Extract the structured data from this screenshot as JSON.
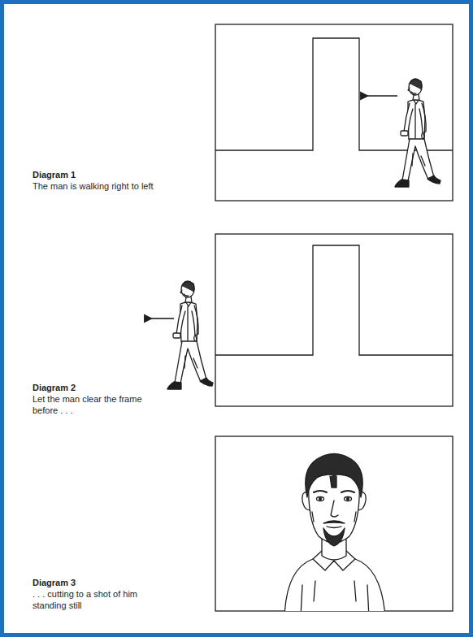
{
  "diagram": {
    "labels": [
      "Diagram 1",
      "The man is walking right to left",
      "Diagram 2",
      "Let the man clear the frame before . . .",
      "Diagram 3",
      ". . . cutting to a shot of him standing still"
    ]
  }
}
